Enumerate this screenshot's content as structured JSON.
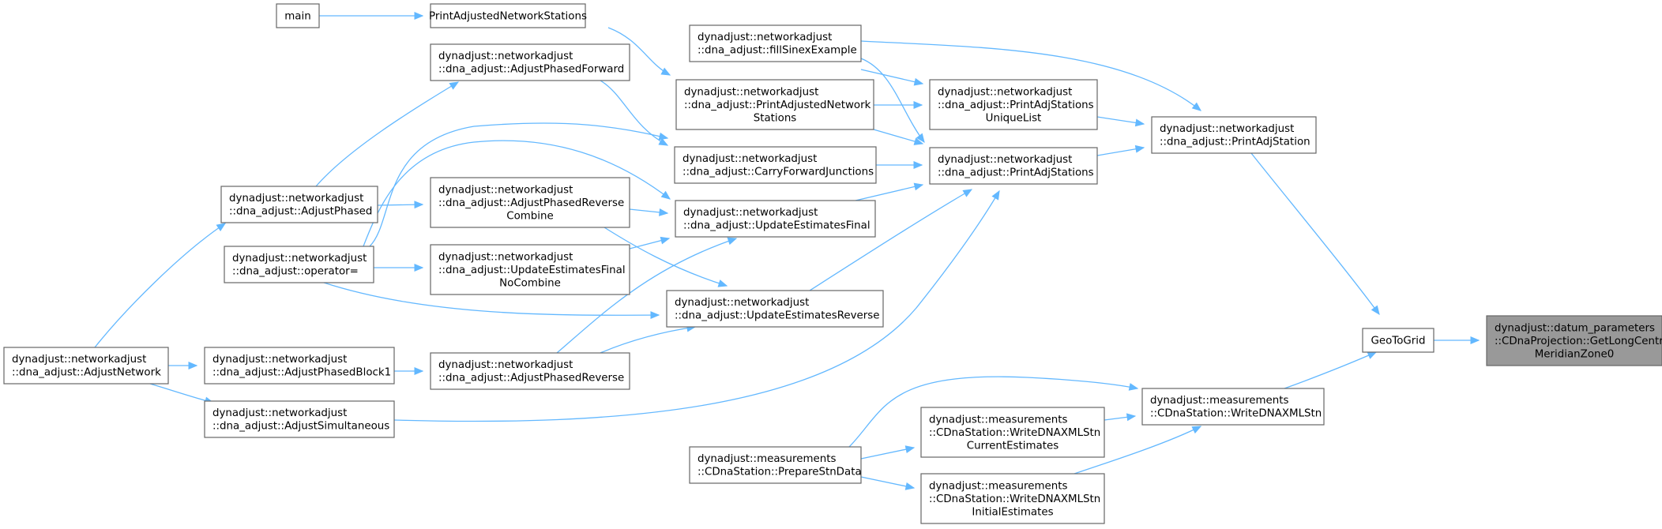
{
  "diagram": {
    "type": "call-graph",
    "colors": {
      "edge": "#63b8ff",
      "node_border": "#666666",
      "node_fill": "#ffffff",
      "root_fill": "#999999"
    },
    "nodes": {
      "getlongcentral": {
        "lines": [
          "dynadjust::datum_parameters",
          "::CDnaProjection::GetLongCentral",
          "MeridianZone0"
        ],
        "highlight": true
      },
      "geotogrid": {
        "lines": [
          "GeoToGrid"
        ]
      },
      "printadjstation": {
        "lines": [
          "dynadjust::networkadjust",
          "::dna_adjust::PrintAdjStation"
        ]
      },
      "writednaxmlstn": {
        "lines": [
          "dynadjust::measurements",
          "::CDnaStation::WriteDNAXMLStn"
        ]
      },
      "fillsinex": {
        "lines": [
          "dynadjust::networkadjust",
          "::dna_adjust::fillSinexExample"
        ]
      },
      "printadjstations": {
        "lines": [
          "dynadjust::networkadjust",
          "::dna_adjust::PrintAdjStations"
        ]
      },
      "printadjstationsunique": {
        "lines": [
          "dynadjust::networkadjust",
          "::dna_adjust::PrintAdjStations",
          "UniqueList"
        ]
      },
      "preparestndata": {
        "lines": [
          "dynadjust::measurements",
          "::CDnaStation::PrepareStnData"
        ]
      },
      "writecurrent": {
        "lines": [
          "dynadjust::measurements",
          "::CDnaStation::WriteDNAXMLStn",
          "CurrentEstimates"
        ]
      },
      "writeinitial": {
        "lines": [
          "dynadjust::measurements",
          "::CDnaStation::WriteDNAXMLStn",
          "InitialEstimates"
        ]
      },
      "adjustphased": {
        "lines": [
          "dynadjust::networkadjust",
          "::dna_adjust::AdjustPhased"
        ]
      },
      "adjustsimultaneous": {
        "lines": [
          "dynadjust::networkadjust",
          "::dna_adjust::AdjustSimultaneous"
        ]
      },
      "carryforward": {
        "lines": [
          "dynadjust::networkadjust",
          "::dna_adjust::CarryForwardJunctions"
        ]
      },
      "printadjustednetworkstations_m": {
        "lines": [
          "dynadjust::networkadjust",
          "::dna_adjust::PrintAdjustedNetwork",
          "Stations"
        ]
      },
      "updatefinal": {
        "lines": [
          "dynadjust::networkadjust",
          "::dna_adjust::UpdateEstimatesFinal"
        ]
      },
      "updatereverse": {
        "lines": [
          "dynadjust::networkadjust",
          "::dna_adjust::UpdateEstimatesReverse"
        ]
      },
      "printadjustednetworkstations": {
        "lines": [
          "PrintAdjustedNetworkStations"
        ]
      },
      "adjustphasedforward": {
        "lines": [
          "dynadjust::networkadjust",
          "::dna_adjust::AdjustPhasedForward"
        ]
      },
      "adjustnetwork": {
        "lines": [
          "dynadjust::networkadjust",
          "::dna_adjust::AdjustNetwork"
        ]
      },
      "operator": {
        "lines": [
          "dynadjust::networkadjust",
          "::dna_adjust::operator="
        ]
      },
      "adjustphasedreversecombine": {
        "lines": [
          "dynadjust::networkadjust",
          "::dna_adjust::AdjustPhasedReverse",
          "Combine"
        ]
      },
      "updatefinalnocombine": {
        "lines": [
          "dynadjust::networkadjust",
          "::dna_adjust::UpdateEstimatesFinal",
          "NoCombine"
        ]
      },
      "adjustphasedreverse": {
        "lines": [
          "dynadjust::networkadjust",
          "::dna_adjust::AdjustPhasedReverse"
        ]
      },
      "adjustphasedblock1": {
        "lines": [
          "dynadjust::networkadjust",
          "::dna_adjust::AdjustPhasedBlock1"
        ]
      },
      "main": {
        "lines": [
          "main"
        ]
      }
    },
    "edges": [
      [
        "geotogrid",
        "getlongcentral"
      ],
      [
        "printadjstation",
        "geotogrid"
      ],
      [
        "writednaxmlstn",
        "geotogrid"
      ],
      [
        "fillsinex",
        "printadjstation"
      ],
      [
        "printadjstationsunique",
        "printadjstation"
      ],
      [
        "printadjstations",
        "printadjstation"
      ],
      [
        "fillsinex",
        "printadjstationsunique"
      ],
      [
        "printadjustednetworkstations_m",
        "printadjstationsunique"
      ],
      [
        "fillsinex",
        "printadjstations"
      ],
      [
        "printadjustednetworkstations_m",
        "printadjstations"
      ],
      [
        "carryforward",
        "printadjstations"
      ],
      [
        "updatefinal",
        "printadjstations"
      ],
      [
        "updatereverse",
        "printadjstations"
      ],
      [
        "adjustsimultaneous",
        "printadjstations"
      ],
      [
        "main",
        "printadjustednetworkstations"
      ],
      [
        "printadjustednetworkstations",
        "printadjustednetworkstations_m"
      ],
      [
        "adjustphasedforward",
        "carryforward"
      ],
      [
        "operator",
        "carryforward"
      ],
      [
        "adjustphasedreversecombine",
        "updatefinal"
      ],
      [
        "updatefinalnocombine",
        "updatefinal"
      ],
      [
        "adjustphasedreverse",
        "updatefinal"
      ],
      [
        "operator",
        "updatefinal"
      ],
      [
        "adjustphasedreversecombine",
        "updatereverse"
      ],
      [
        "operator",
        "updatereverse"
      ],
      [
        "adjustphasedreverse",
        "updatereverse"
      ],
      [
        "adjustphased",
        "adjustphasedforward"
      ],
      [
        "adjustphased",
        "adjustphasedreversecombine"
      ],
      [
        "operator",
        "updatefinalnocombine"
      ],
      [
        "adjustnetwork",
        "adjustphased"
      ],
      [
        "adjustnetwork",
        "adjustphasedblock1"
      ],
      [
        "adjustnetwork",
        "adjustsimultaneous"
      ],
      [
        "adjustphasedblock1",
        "adjustphasedreverse"
      ],
      [
        "preparestndata",
        "writednaxmlstn"
      ],
      [
        "preparestndata",
        "writecurrent"
      ],
      [
        "preparestndata",
        "writeinitial"
      ],
      [
        "writecurrent",
        "writednaxmlstn"
      ],
      [
        "writeinitial",
        "writednaxmlstn"
      ]
    ]
  }
}
